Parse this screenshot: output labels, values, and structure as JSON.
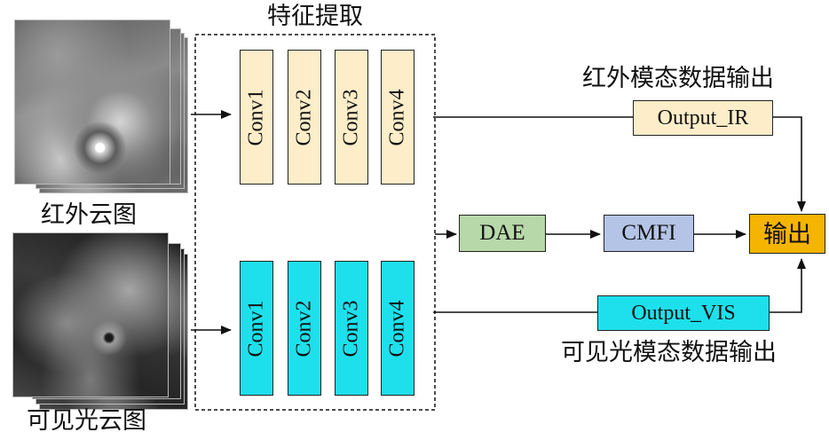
{
  "feature_group": {
    "title": "特征提取"
  },
  "ir_branch": {
    "image_label": "红外云图",
    "convs": [
      "Conv1",
      "Conv2",
      "Conv3",
      "Conv4"
    ],
    "output_box": "Output_IR",
    "output_caption": "红外模态数据输出",
    "color": "#fdedc8"
  },
  "vis_branch": {
    "image_label": "可见光云图",
    "convs": [
      "Conv1",
      "Conv2",
      "Conv3",
      "Conv4"
    ],
    "output_box": "Output_VIS",
    "output_caption": "可见光模态数据输出",
    "color": "#1de0ec"
  },
  "fusion": {
    "dae": "DAE",
    "dae_color": "#b7d8a8",
    "cmfi": "CMFI",
    "cmfi_color": "#b4c4e6",
    "final": "输出",
    "final_color": "#f5b400"
  }
}
